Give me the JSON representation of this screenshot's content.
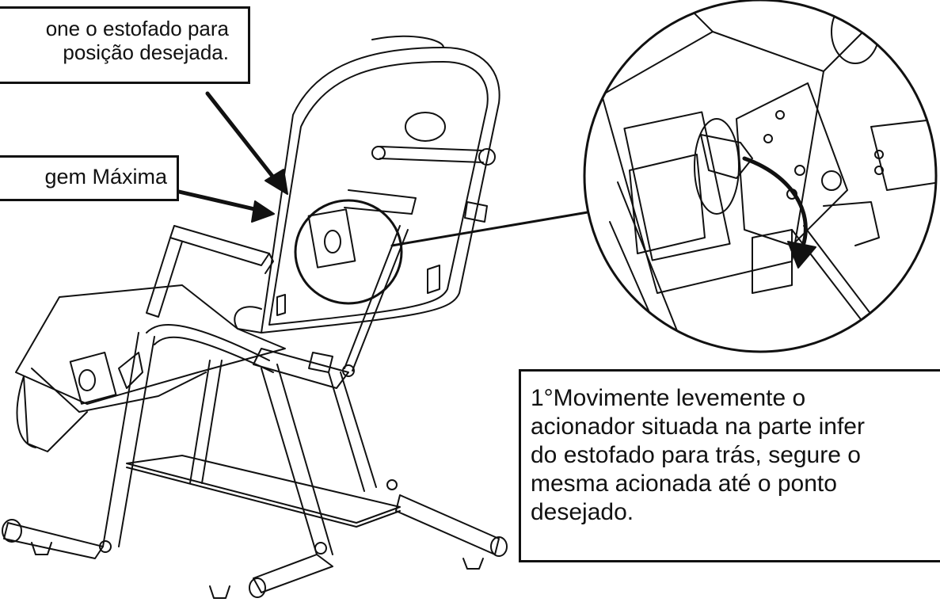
{
  "callouts": {
    "position": {
      "lines": [
        "one o estofado para",
        "posição desejada."
      ]
    },
    "max": {
      "label": "gem Máxima"
    },
    "instruction": {
      "lines": [
        "1°Movimente levemente o",
        "acionador situada na parte infer",
        "do estofado para trás, segure o",
        "mesma acionada até o ponto",
        "desejado."
      ]
    }
  },
  "colors": {
    "line": "#111111",
    "background": "#ffffff"
  }
}
